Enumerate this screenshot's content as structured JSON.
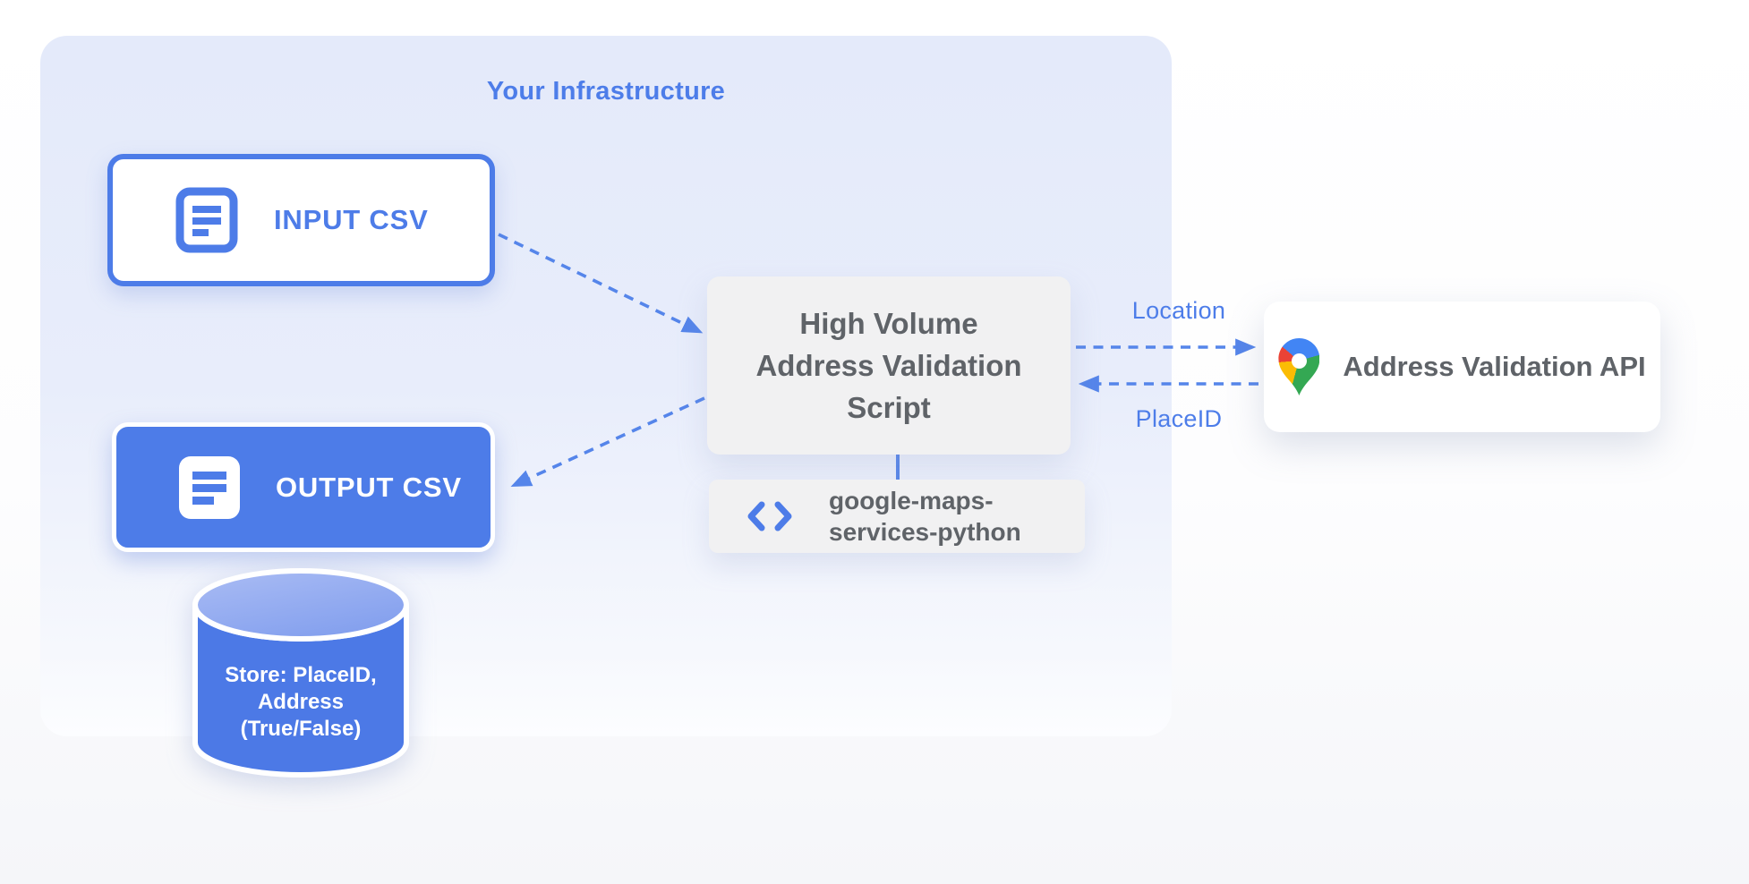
{
  "infrastructure": {
    "title": "Your Infrastructure"
  },
  "nodes": {
    "input_csv": {
      "label": "INPUT CSV",
      "icon": "document-lines-icon"
    },
    "output_csv": {
      "label": "OUTPUT CSV",
      "icon": "document-lines-icon"
    },
    "datastore": {
      "label": "Store: PlaceID,\nAddress\n(True/False)"
    },
    "script": {
      "label": "High Volume\nAddress Validation\nScript"
    },
    "library": {
      "label": "google-maps-\nservices-python",
      "icon": "code-icon"
    },
    "api": {
      "label": "Address Validation API",
      "icon": "google-maps-pin-icon"
    }
  },
  "edges": {
    "location_label": "Location",
    "placeid_label": "PlaceID",
    "style": "dashed-blue-arrows"
  },
  "colors": {
    "accent_blue": "#4d7ce8",
    "arrow_blue": "#5585ea",
    "label_blue": "#4d7de9",
    "container_lavender": "#e6ecfa",
    "box_gray": "#f1f1f2",
    "text_gray": "#5f6368",
    "cylinder_body_blue": "#4c79e6",
    "cylinder_top_blue": "#92aaef",
    "pin_red": "#EA4335",
    "pin_blue": "#4285F4",
    "pin_yellow": "#FBBC04",
    "pin_green": "#34A853"
  }
}
